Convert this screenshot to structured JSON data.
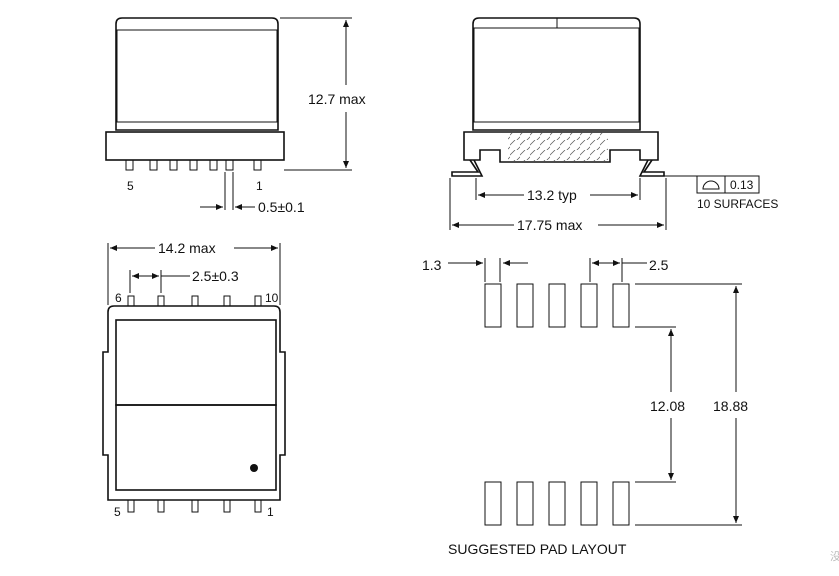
{
  "side_view": {
    "height_label": "12.7 max",
    "pin_left": "5",
    "pin_right": "1",
    "pin_width_label": "0.5±0.1"
  },
  "end_view": {
    "typ_label": "13.2 typ",
    "max_label": "17.75 max",
    "flatness_value": "0.13",
    "flatness_note": "10 SURFACES"
  },
  "top_view": {
    "width_label": "14.2 max",
    "pitch_label": "2.5±0.3",
    "pin_top_left": "6",
    "pin_top_right": "10",
    "pin_bottom_left": "5",
    "pin_bottom_right": "1"
  },
  "pad_layout": {
    "pad_width_label": "1.3",
    "pitch_label": "2.5",
    "inner_span_label": "12.08",
    "outer_span_label": "18.88",
    "caption": "SUGGESTED PAD LAYOUT"
  },
  "corner_glyph": "没"
}
